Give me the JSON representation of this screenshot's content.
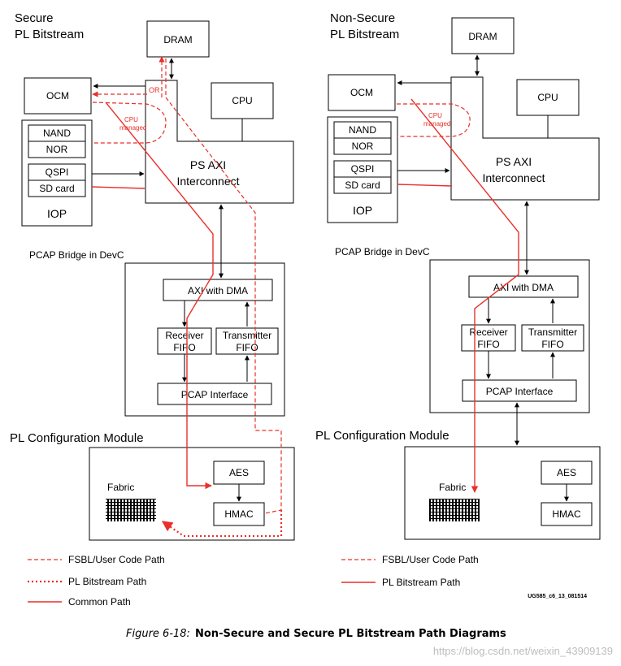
{
  "secure": {
    "title_line1": "Secure",
    "title_line2": "PL Bitstream",
    "dram": "DRAM",
    "ocm": "OCM",
    "or_label": "OR",
    "cpu_managed_line1": "CPU",
    "cpu_managed_line2": "managed",
    "cpu": "CPU",
    "ps_axi_line1": "PS AXI",
    "ps_axi_line2": "Interconnect",
    "iop": {
      "items": [
        "NAND",
        "NOR",
        "QSPI",
        "SD card"
      ],
      "label": "IOP"
    },
    "pcap_bridge": "PCAP Bridge in DevC",
    "axi_dma": "AXI with DMA",
    "rx_line1": "Receiver",
    "rx_line2": "FIFO",
    "tx_line1": "Transmitter",
    "tx_line2": "FIFO",
    "pcap_interface": "PCAP Interface",
    "pl_config": "PL Configuration Module",
    "fabric": "Fabric",
    "aes": "AES",
    "hmac": "HMAC",
    "legend": [
      "FSBL/User Code Path",
      "PL Bitstream Path",
      "Common Path"
    ]
  },
  "nonsecure": {
    "title_line1": "Non-Secure",
    "title_line2": "PL Bitstream",
    "dram": "DRAM",
    "ocm": "OCM",
    "cpu_managed_line1": "CPU",
    "cpu_managed_line2": "managed",
    "cpu": "CPU",
    "ps_axi_line1": "PS AXI",
    "ps_axi_line2": "Interconnect",
    "iop": {
      "items": [
        "NAND",
        "NOR",
        "QSPI",
        "SD card"
      ],
      "label": "IOP"
    },
    "pcap_bridge": "PCAP Bridge in DevC",
    "axi_dma": "AXI with DMA",
    "rx_line1": "Receiver",
    "rx_line2": "FIFO",
    "tx_line1": "Transmitter",
    "tx_line2": "FIFO",
    "pcap_interface": "PCAP Interface",
    "pl_config": "PL Configuration Module",
    "fabric": "Fabric",
    "aes": "AES",
    "hmac": "HMAC",
    "legend": [
      "FSBL/User Code Path",
      "PL Bitstream Path"
    ]
  },
  "figure_id": "UG585_c6_13_081514",
  "caption": {
    "number": "Figure 6-18:",
    "title": "Non-Secure and Secure PL Bitstream Path Diagrams"
  },
  "watermark": "https://blog.csdn.net/weixin_43909139",
  "colors": {
    "path_red": "#e8302a",
    "outline": "#000000",
    "watermark": "#bdbdbd"
  }
}
